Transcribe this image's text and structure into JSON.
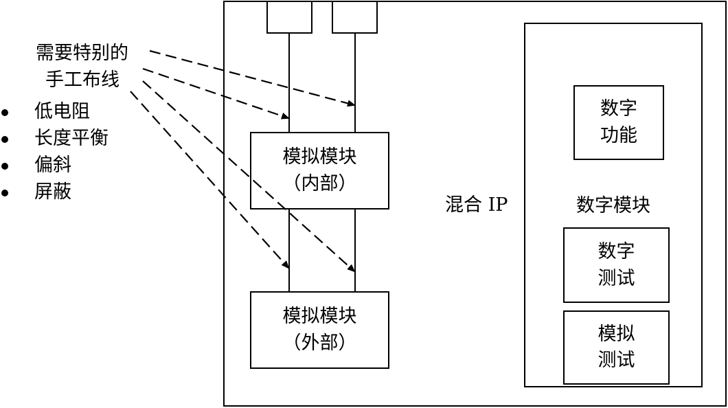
{
  "note": {
    "line1": "需要特别的",
    "line2": "手工布线"
  },
  "bullets": [
    {
      "label": "低电阻"
    },
    {
      "label": "长度平衡"
    },
    {
      "label": "偏斜"
    },
    {
      "label": "屏蔽"
    }
  ],
  "mixed_ip_label": "混合 IP",
  "analog_internal": {
    "line1": "模拟模块",
    "line2": "（内部）"
  },
  "analog_external": {
    "line1": "模拟模块",
    "line2": "（外部）"
  },
  "digital_block": {
    "label": "数字模块",
    "digital_function": {
      "line1": "数字",
      "line2": "功能"
    },
    "digital_test": {
      "line1": "数字",
      "line2": "测试"
    },
    "analog_test": {
      "line1": "模拟",
      "line2": "测试"
    }
  }
}
